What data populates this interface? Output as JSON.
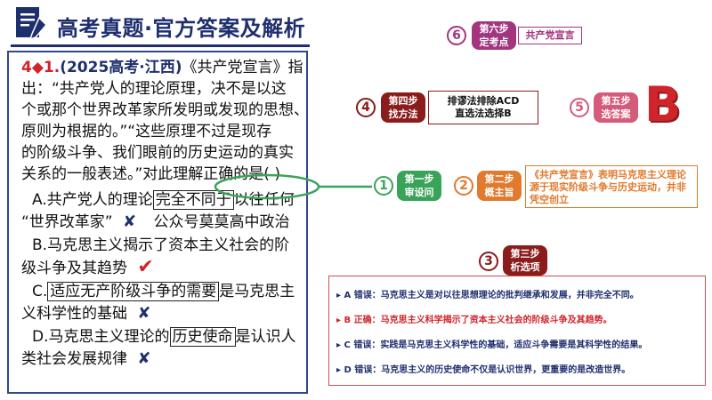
{
  "header": {
    "title": "高考真题·官方答案及解析"
  },
  "question": {
    "number": "4◆1.",
    "source": "(2025高考·江西)",
    "stem_lines": [
      "《共产党宣言》指",
      "出：“共产党人的理论原理，决不是以这",
      "个或那个世界改革家所发明或发现的思想、",
      "原则为根据的。”“这些原理不过是现存",
      "的阶级斗争、我们眼前的历史运动的真实",
      "关系的一般表述。”对此理解正确的是(  )"
    ],
    "options": {
      "a_prefix": "A.共产党人的理论",
      "a_boxed": "完全不同于",
      "a_suffix": "以往任何",
      "a_line2": "“世界改革家”",
      "a_mark": "✘",
      "watermark": "公众号莫莫高中政治",
      "b_line1": "B.马克思主义揭示了资本主义社会的阶",
      "b_line2": "级斗争及其趋势",
      "b_mark": "✔",
      "c_prefix": "C.",
      "c_boxed": "适应无产阶级斗争的需要",
      "c_suffix": "是马克思主",
      "c_line2": "义科学性的基础",
      "c_mark": "✘",
      "d_prefix": "D.马克思主义理论的",
      "d_boxed": "历史使命",
      "d_suffix": "是认识人",
      "d_line2": "类社会发展规律",
      "d_mark": "✘"
    }
  },
  "steps": {
    "s1": {
      "num": "1",
      "label_1": "第一步",
      "label_2": "审设问"
    },
    "s2": {
      "num": "2",
      "label_1": "第二步",
      "label_2": "概主旨",
      "note": "《共产党宣言》表明马克思主义理论源于现实阶级斗争与历史运动，并非凭空创立"
    },
    "s3": {
      "num": "3",
      "label_1": "第三步",
      "label_2": "析选项"
    },
    "s4": {
      "num": "4",
      "label_1": "第四步",
      "label_2": "找方法",
      "note_1": "排谬法排除ACD",
      "note_2": "直选法选择B"
    },
    "s5": {
      "num": "5",
      "label_1": "第五步",
      "label_2": "选答案",
      "answer": "B"
    },
    "s6": {
      "num": "6",
      "label_1": "第六步",
      "label_2": "定考点",
      "note": "共产党宣言"
    }
  },
  "analysis": [
    "▸ A 错误：马克思主义是对以往思想理论的批判继承和发展，并非完全不同。",
    "▸ B 正确：马克思主义科学揭示了资本主义社会的阶级斗争及其趋势。",
    "▸ C 错误：实践是马克思主义科学性的基础，适应斗争需要是其科学性的结果。",
    "▸ D 错误：马克思主义的历史使命不仅是认识世界，更重要的是改造世界。"
  ],
  "colors": {
    "navy": "#1f2f6e",
    "red": "#d0242b",
    "green": "#3aa35a",
    "orange": "#e07a2e",
    "pink": "#d45b7a",
    "dark_red": "#8a1c1c",
    "purple": "#a3357f"
  }
}
